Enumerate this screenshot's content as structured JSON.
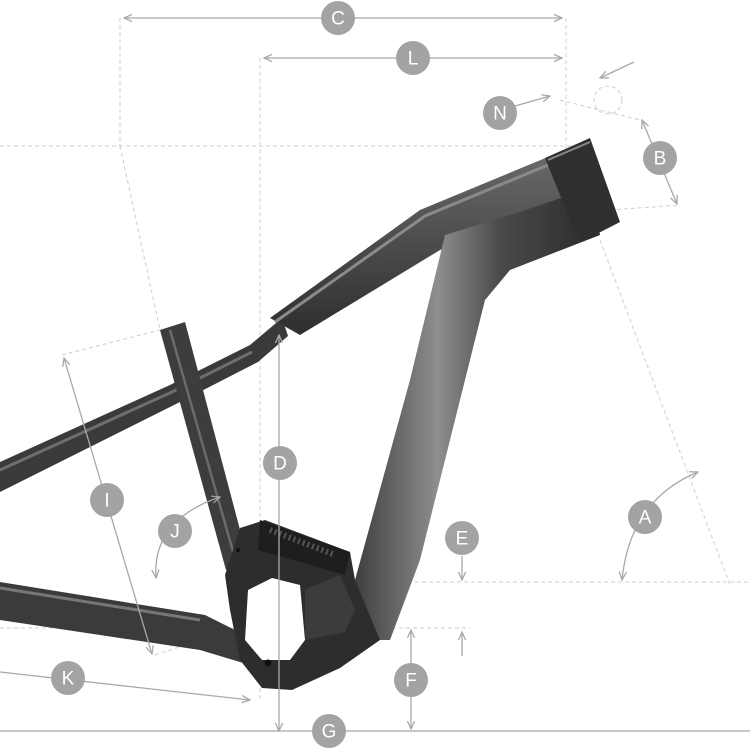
{
  "diagram": {
    "colors": {
      "frame_dark": "#2f2f2f",
      "frame_mid": "#5a5a5a",
      "frame_highlight": "#9a9a9a",
      "badge": "#a3a3a3",
      "badge_text": "#ffffff",
      "dimension_line": "#a8a8a8",
      "guide_line": "#cfcfcf"
    },
    "labels": {
      "a": "A",
      "b": "B",
      "c": "C",
      "d": "D",
      "e": "E",
      "f": "F",
      "g": "G",
      "i": "I",
      "j": "J",
      "k": "K",
      "l": "L",
      "n": "N"
    }
  }
}
